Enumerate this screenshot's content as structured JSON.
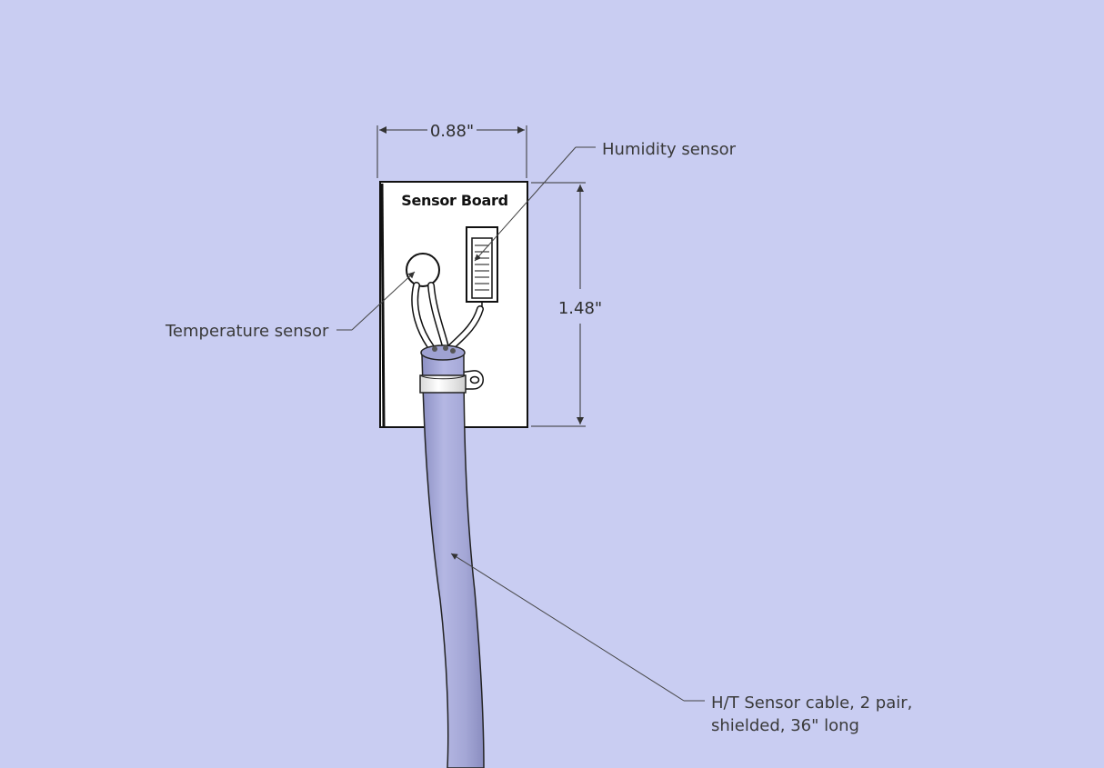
{
  "board": {
    "title": "Sensor Board"
  },
  "dimensions": {
    "width_label": "0.88\"",
    "height_label": "1.48\""
  },
  "callouts": {
    "humidity_sensor": "Humidity sensor",
    "temperature_sensor": "Temperature sensor",
    "cable_line1": "H/T Sensor cable, 2 pair,",
    "cable_line2": "shielded, 36\" long"
  },
  "colors": {
    "background": "#c9cdf2",
    "board_fill": "#ffffff",
    "cable_fill": "#a6a9d6",
    "line": "#3a3a3a"
  }
}
